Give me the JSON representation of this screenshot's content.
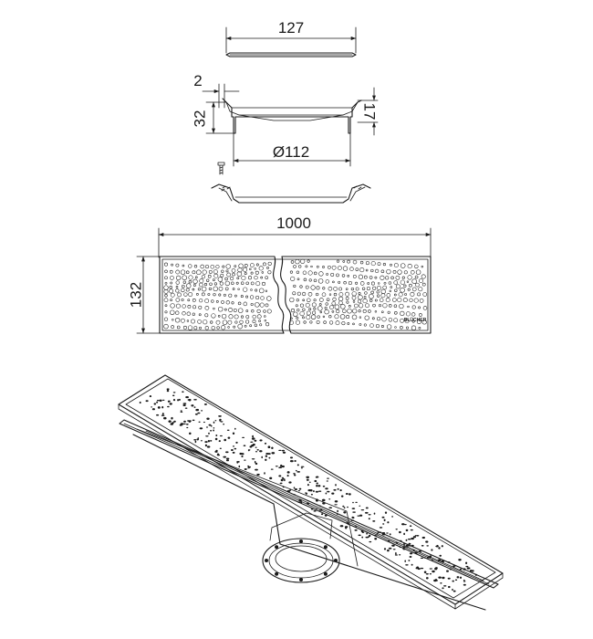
{
  "drawing": {
    "dimensions": {
      "cover_width": "127",
      "wall_thickness": "2",
      "total_height": "32",
      "flange_height": "17",
      "outlet_diameter": "Ø112",
      "length": "1000",
      "grate_width": "132"
    },
    "brand_mark": "BLÜCHER"
  }
}
